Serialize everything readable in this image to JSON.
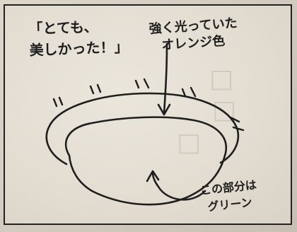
{
  "annotations": {
    "quote_line1": "「とても、",
    "quote_line2": "美しかった！」",
    "glow_line1": "強く光っていた",
    "glow_line2": "オレンジ色",
    "center_line1": "この部分は",
    "center_line2": "グリーン"
  },
  "colors": {
    "ink": "#1e1e1e",
    "paper": "#e6e0d5"
  }
}
